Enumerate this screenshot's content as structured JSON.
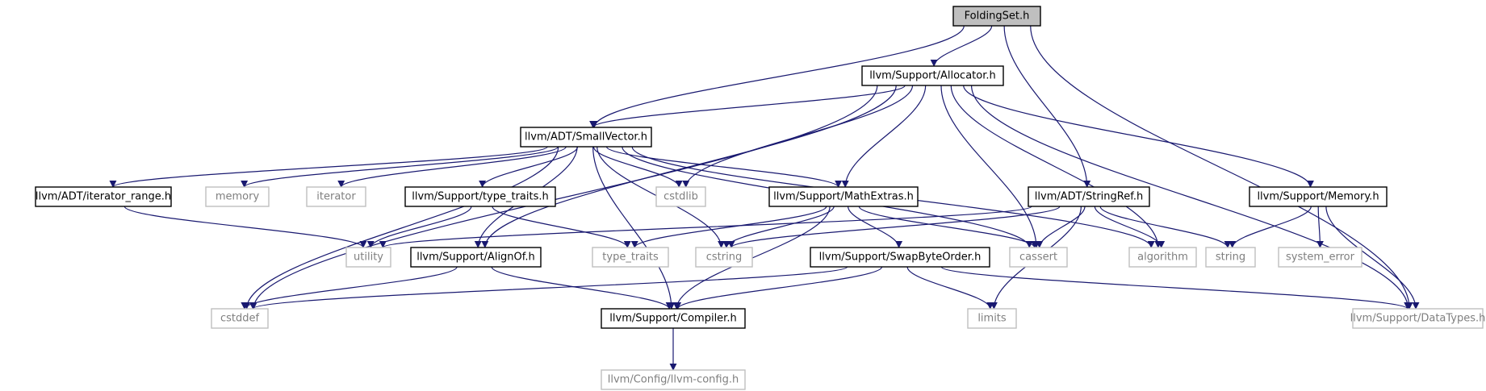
{
  "graph": {
    "nodes": [
      {
        "id": "foldingset",
        "label": "FoldingSet.h",
        "kind": "root"
      },
      {
        "id": "allocator",
        "label": "llvm/Support/Allocator.h",
        "kind": "doc"
      },
      {
        "id": "smallvector",
        "label": "llvm/ADT/SmallVector.h",
        "kind": "doc"
      },
      {
        "id": "iterator_range",
        "label": "llvm/ADT/iterator_range.h",
        "kind": "doc"
      },
      {
        "id": "memory_std",
        "label": "memory",
        "kind": "sys"
      },
      {
        "id": "iterator",
        "label": "iterator",
        "kind": "sys"
      },
      {
        "id": "type_traits_h",
        "label": "llvm/Support/type_traits.h",
        "kind": "doc"
      },
      {
        "id": "cstdlib",
        "label": "cstdlib",
        "kind": "sys"
      },
      {
        "id": "mathextras",
        "label": "llvm/Support/MathExtras.h",
        "kind": "doc"
      },
      {
        "id": "stringref",
        "label": "llvm/ADT/StringRef.h",
        "kind": "doc"
      },
      {
        "id": "memory_h",
        "label": "llvm/Support/Memory.h",
        "kind": "doc"
      },
      {
        "id": "utility",
        "label": "utility",
        "kind": "sys"
      },
      {
        "id": "alignof",
        "label": "llvm/Support/AlignOf.h",
        "kind": "doc"
      },
      {
        "id": "type_traits",
        "label": "type_traits",
        "kind": "sys"
      },
      {
        "id": "cstring",
        "label": "cstring",
        "kind": "sys"
      },
      {
        "id": "swapbyteorder",
        "label": "llvm/Support/SwapByteOrder.h",
        "kind": "doc"
      },
      {
        "id": "cassert",
        "label": "cassert",
        "kind": "sys"
      },
      {
        "id": "algorithm",
        "label": "algorithm",
        "kind": "sys"
      },
      {
        "id": "string",
        "label": "string",
        "kind": "sys"
      },
      {
        "id": "system_error",
        "label": "system_error",
        "kind": "sys"
      },
      {
        "id": "cstddef",
        "label": "cstddef",
        "kind": "sys"
      },
      {
        "id": "compiler",
        "label": "llvm/Support/Compiler.h",
        "kind": "doc"
      },
      {
        "id": "limits",
        "label": "limits",
        "kind": "sys"
      },
      {
        "id": "datatypes",
        "label": "llvm/Support/DataTypes.h",
        "kind": "sys"
      },
      {
        "id": "llvmconfig",
        "label": "llvm/Config/llvm-config.h",
        "kind": "sys"
      }
    ],
    "edges": [
      [
        "foldingset",
        "allocator"
      ],
      [
        "foldingset",
        "smallvector"
      ],
      [
        "foldingset",
        "stringref"
      ],
      [
        "foldingset",
        "datatypes"
      ],
      [
        "allocator",
        "smallvector"
      ],
      [
        "allocator",
        "cstdlib"
      ],
      [
        "allocator",
        "alignof"
      ],
      [
        "allocator",
        "mathextras"
      ],
      [
        "allocator",
        "cassert"
      ],
      [
        "allocator",
        "algorithm"
      ],
      [
        "allocator",
        "memory_h"
      ],
      [
        "allocator",
        "datatypes"
      ],
      [
        "allocator",
        "cstddef"
      ],
      [
        "smallvector",
        "iterator_range"
      ],
      [
        "smallvector",
        "memory_std"
      ],
      [
        "smallvector",
        "iterator"
      ],
      [
        "smallvector",
        "type_traits_h"
      ],
      [
        "smallvector",
        "cstdlib"
      ],
      [
        "smallvector",
        "mathextras"
      ],
      [
        "smallvector",
        "alignof"
      ],
      [
        "smallvector",
        "compiler"
      ],
      [
        "smallvector",
        "cstring"
      ],
      [
        "smallvector",
        "cassert"
      ],
      [
        "smallvector",
        "algorithm"
      ],
      [
        "smallvector",
        "cstddef"
      ],
      [
        "iterator_range",
        "utility"
      ],
      [
        "type_traits_h",
        "utility"
      ],
      [
        "type_traits_h",
        "type_traits"
      ],
      [
        "mathextras",
        "type_traits"
      ],
      [
        "mathextras",
        "cstring"
      ],
      [
        "mathextras",
        "swapbyteorder"
      ],
      [
        "mathextras",
        "cassert"
      ],
      [
        "mathextras",
        "compiler"
      ],
      [
        "stringref",
        "utility"
      ],
      [
        "stringref",
        "cstring"
      ],
      [
        "stringref",
        "cassert"
      ],
      [
        "stringref",
        "algorithm"
      ],
      [
        "stringref",
        "string"
      ],
      [
        "stringref",
        "limits"
      ],
      [
        "memory_h",
        "string"
      ],
      [
        "memory_h",
        "system_error"
      ],
      [
        "memory_h",
        "datatypes"
      ],
      [
        "alignof",
        "cstddef"
      ],
      [
        "alignof",
        "compiler"
      ],
      [
        "swapbyteorder",
        "cstddef"
      ],
      [
        "swapbyteorder",
        "compiler"
      ],
      [
        "swapbyteorder",
        "limits"
      ],
      [
        "swapbyteorder",
        "datatypes"
      ],
      [
        "compiler",
        "llvmconfig"
      ]
    ]
  }
}
